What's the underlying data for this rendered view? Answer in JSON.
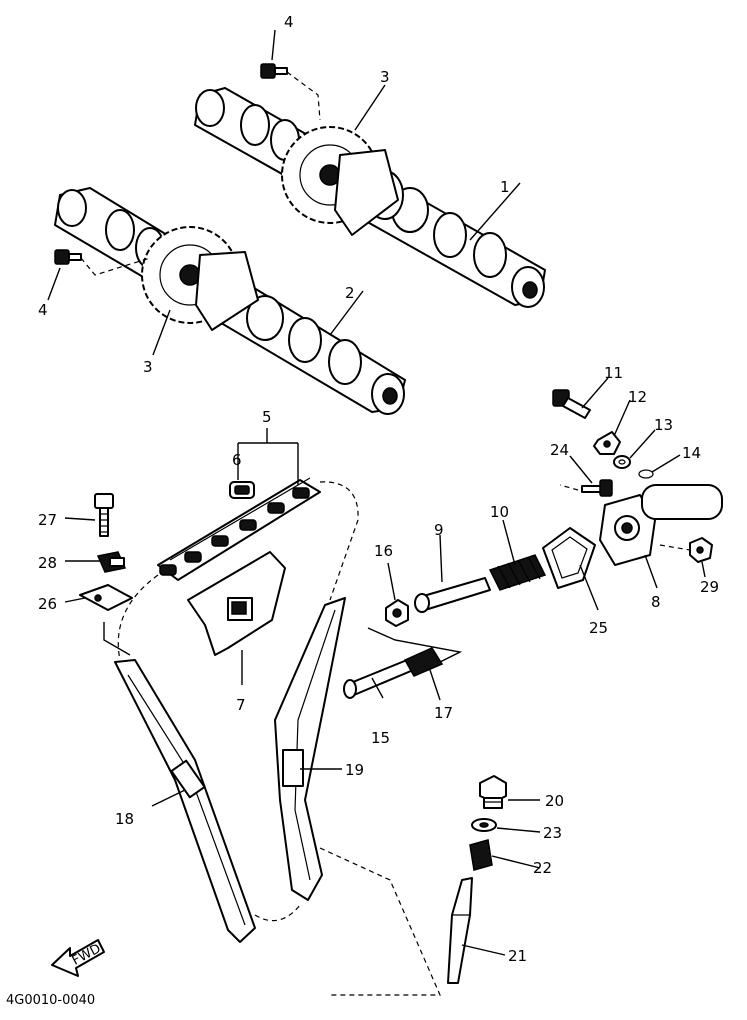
{
  "labels": {
    "p1": "1",
    "p2": "2",
    "p3a": "3",
    "p3b": "3",
    "p4a": "4",
    "p4b": "4",
    "p5": "5",
    "p6": "6",
    "p7": "7",
    "p8": "8",
    "p9": "9",
    "p10": "10",
    "p11": "11",
    "p12": "12",
    "p13": "13",
    "p14": "14",
    "p15": "15",
    "p16": "16",
    "p17": "17",
    "p18": "18",
    "p19": "19",
    "p20": "20",
    "p21": "21",
    "p22": "22",
    "p23": "23",
    "p24": "24",
    "p25": "25",
    "p26": "26",
    "p27": "27",
    "p28": "28",
    "p29": "29"
  },
  "diagram_code": "4G0010-0040",
  "fwd_label": "FWD"
}
